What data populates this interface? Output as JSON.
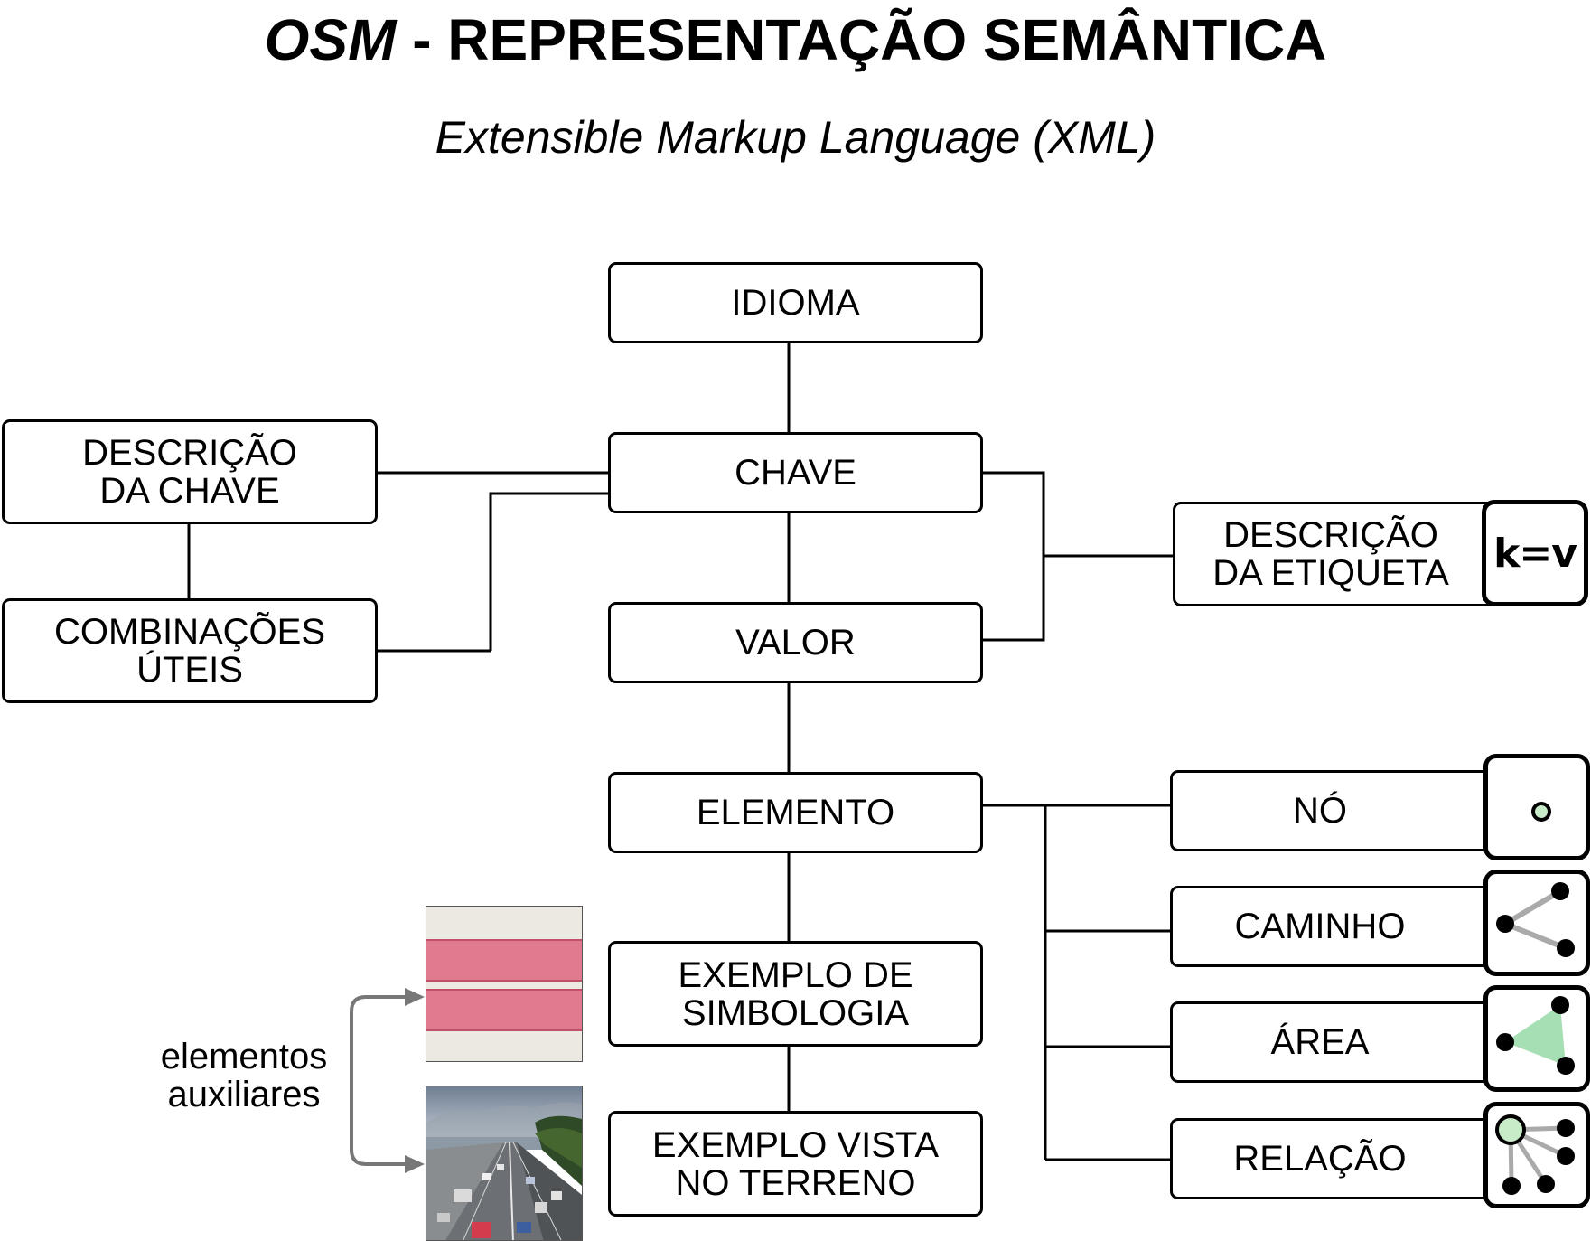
{
  "header": {
    "title_italic": "OSM",
    "title_rest": " - REPRESENTAÇÃO SEMÂNTICA",
    "subtitle": "Extensible Markup Language (XML)"
  },
  "boxes": {
    "idioma": "IDIOMA",
    "chave": "CHAVE",
    "valor": "VALOR",
    "elemento": "ELEMENTO",
    "exemplo_simbologia": [
      "EXEMPLO DE",
      "SIMBOLOGIA"
    ],
    "exemplo_vista": [
      "EXEMPLO VISTA",
      "NO TERRENO"
    ],
    "descricao_chave": [
      "DESCRIÇÃO",
      "DA CHAVE"
    ],
    "combinacoes": [
      "COMBINAÇÕES",
      "ÚTEIS"
    ],
    "descricao_etiqueta": [
      "DESCRIÇÃO",
      "DA ETIQUETA"
    ],
    "kv_icon_text": "k=v",
    "no": "NÓ",
    "caminho": "CAMINHO",
    "area": "ÁREA",
    "relacao": "RELAÇÃO"
  },
  "auxiliary": {
    "label": [
      "elementos",
      "auxiliares"
    ]
  },
  "icons": {
    "node": "node-icon",
    "way": "way-icon",
    "area": "area-icon",
    "relation": "relation-icon"
  },
  "colors": {
    "node_fill": "#c8ebc8",
    "area_fill": "#a6dfb3",
    "way_line": "#aaaaaa",
    "road_pink": "#e07a8e",
    "road_bg": "#ece9e2"
  }
}
